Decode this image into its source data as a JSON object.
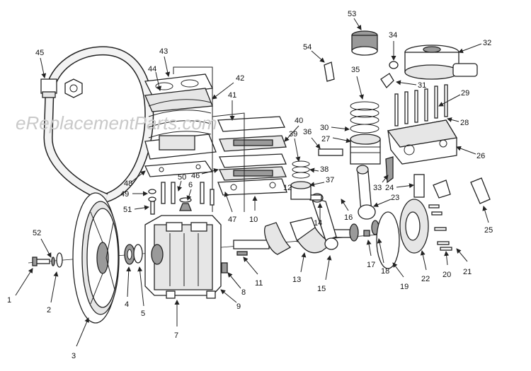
{
  "watermark": "eReplacementParts.com",
  "callouts": [
    {
      "id": "1",
      "text": "1"
    },
    {
      "id": "2",
      "text": "2"
    },
    {
      "id": "3",
      "text": "3"
    },
    {
      "id": "4",
      "text": "4"
    },
    {
      "id": "5",
      "text": "5"
    },
    {
      "id": "6",
      "text": "6"
    },
    {
      "id": "7",
      "text": "7"
    },
    {
      "id": "8",
      "text": "8"
    },
    {
      "id": "9",
      "text": "9"
    },
    {
      "id": "10",
      "text": "10"
    },
    {
      "id": "11",
      "text": "11"
    },
    {
      "id": "12",
      "text": "12"
    },
    {
      "id": "13",
      "text": "13"
    },
    {
      "id": "14",
      "text": "14"
    },
    {
      "id": "15",
      "text": "15"
    },
    {
      "id": "16",
      "text": "16"
    },
    {
      "id": "17",
      "text": "17"
    },
    {
      "id": "18",
      "text": "18"
    },
    {
      "id": "19",
      "text": "19"
    },
    {
      "id": "20",
      "text": "20"
    },
    {
      "id": "21",
      "text": "21"
    },
    {
      "id": "22",
      "text": "22"
    },
    {
      "id": "23",
      "text": "23"
    },
    {
      "id": "24",
      "text": "24"
    },
    {
      "id": "25",
      "text": "25"
    },
    {
      "id": "26",
      "text": "26"
    },
    {
      "id": "27",
      "text": "27"
    },
    {
      "id": "28",
      "text": "28"
    },
    {
      "id": "29",
      "text": "29"
    },
    {
      "id": "30",
      "text": "30"
    },
    {
      "id": "31",
      "text": "31"
    },
    {
      "id": "32",
      "text": "32"
    },
    {
      "id": "33",
      "text": "33"
    },
    {
      "id": "34",
      "text": "34"
    },
    {
      "id": "35",
      "text": "35"
    },
    {
      "id": "36",
      "text": "36"
    },
    {
      "id": "37",
      "text": "37"
    },
    {
      "id": "38",
      "text": "38"
    },
    {
      "id": "39",
      "text": "39"
    },
    {
      "id": "40",
      "text": "40"
    },
    {
      "id": "41",
      "text": "41"
    },
    {
      "id": "42",
      "text": "42"
    },
    {
      "id": "43",
      "text": "43"
    },
    {
      "id": "44",
      "text": "44"
    },
    {
      "id": "45",
      "text": "45"
    },
    {
      "id": "46",
      "text": "46"
    },
    {
      "id": "47",
      "text": "47"
    },
    {
      "id": "48",
      "text": "48"
    },
    {
      "id": "49",
      "text": "49"
    },
    {
      "id": "50",
      "text": "50"
    },
    {
      "id": "51",
      "text": "51"
    },
    {
      "id": "52",
      "text": "52"
    },
    {
      "id": "53",
      "text": "53"
    },
    {
      "id": "54",
      "text": "54"
    }
  ]
}
